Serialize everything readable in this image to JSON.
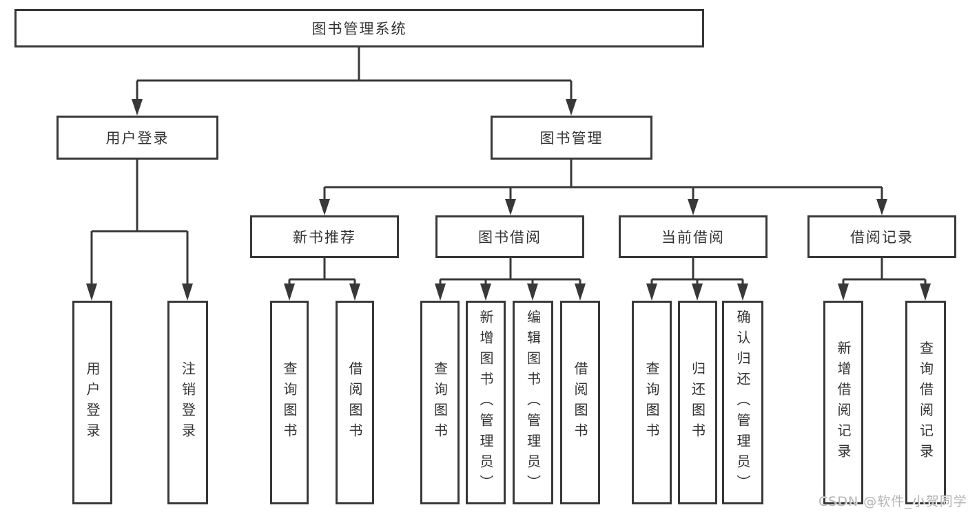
{
  "diagram": {
    "type": "tree",
    "title": "图书管理系统",
    "tree": {
      "label": "图书管理系统",
      "children": [
        {
          "label": "用户登录",
          "children": [
            {
              "label": "用户登录"
            },
            {
              "label": "注销登录"
            }
          ]
        },
        {
          "label": "图书管理",
          "children": [
            {
              "label": "新书推荐",
              "children": [
                {
                  "label": "查询图书"
                },
                {
                  "label": "借阅图书"
                }
              ]
            },
            {
              "label": "图书借阅",
              "children": [
                {
                  "label": "查询图书"
                },
                {
                  "label": "新增图书（管理员）"
                },
                {
                  "label": "编辑图书（管理员）"
                },
                {
                  "label": "借阅图书"
                }
              ]
            },
            {
              "label": "当前借阅",
              "children": [
                {
                  "label": "查询图书"
                },
                {
                  "label": "归还图书"
                },
                {
                  "label": "确认归还（管理员）"
                }
              ]
            },
            {
              "label": "借阅记录",
              "children": [
                {
                  "label": "新增借阅记录"
                },
                {
                  "label": "查询借阅记录"
                }
              ]
            }
          ]
        }
      ]
    }
  },
  "watermark": "CSDN @软件_小贺同学",
  "colors": {
    "line": "#383838",
    "text": "#333333",
    "watermark": "#b3b3b3",
    "background": "#ffffff"
  }
}
